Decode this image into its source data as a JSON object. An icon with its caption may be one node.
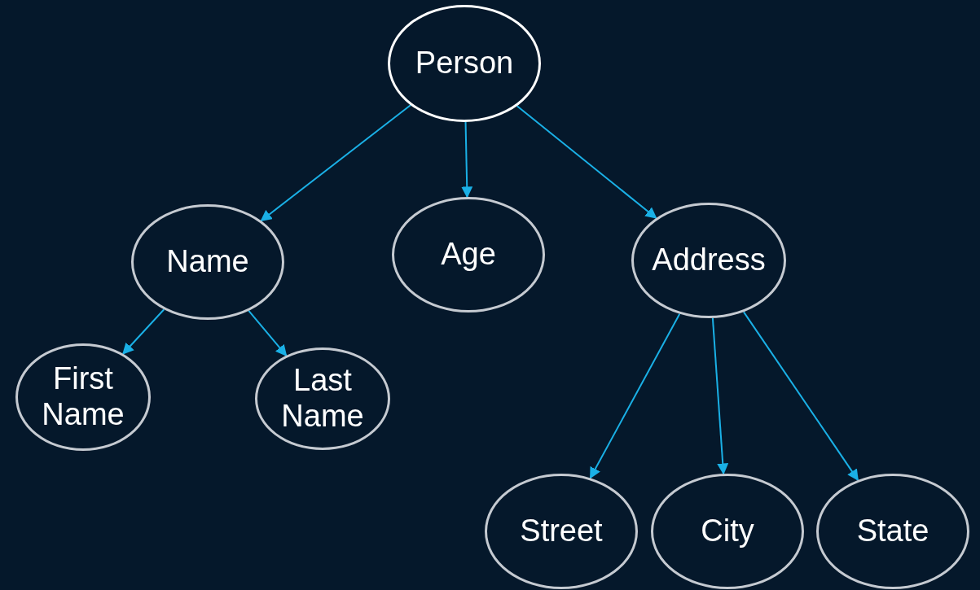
{
  "diagram": {
    "nodes": [
      {
        "text": [
          "Person"
        ]
      },
      {
        "text": [
          "Name"
        ]
      },
      {
        "text": [
          "Age"
        ]
      },
      {
        "text": [
          "Address"
        ]
      },
      {
        "text": [
          "First Name"
        ]
      },
      {
        "text": [
          "Last Name"
        ]
      },
      {
        "text": [
          "Street"
        ]
      },
      {
        "text": [
          "City"
        ]
      },
      {
        "text": [
          "State"
        ]
      }
    ],
    "edges": [
      {
        "from": 0,
        "to": 1,
        "arrow": "to"
      },
      {
        "from": 0,
        "to": 2,
        "arrow": "to"
      },
      {
        "from": 0,
        "to": 3,
        "arrow": "to"
      },
      {
        "from": 1,
        "to": 4,
        "arrow": "to"
      },
      {
        "from": 1,
        "to": 5,
        "arrow": "to"
      },
      {
        "from": 3,
        "to": 6,
        "arrow": "to"
      },
      {
        "from": 3,
        "to": 7,
        "arrow": "to"
      },
      {
        "from": 3,
        "to": 8,
        "arrow": "to"
      }
    ]
  }
}
